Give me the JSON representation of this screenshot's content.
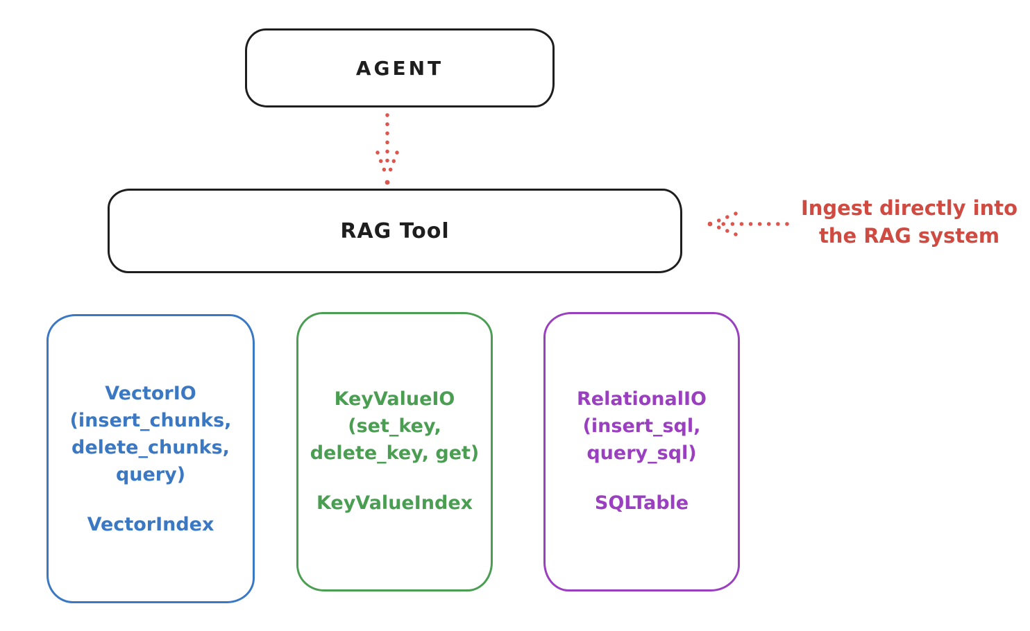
{
  "diagram": {
    "title_hint": "RAG Tool architecture",
    "colors": {
      "box_border_black": "#1e1e1e",
      "annotation_red": "#cf4a40",
      "arrow_red": "#dd564e",
      "vector_blue": "#3b78c3",
      "keyvalue_green": "#4a9e52",
      "relational_purple": "#9a3fbf",
      "background": "#ffffff"
    },
    "agent_box": {
      "label": "AGENT"
    },
    "ragtool_box": {
      "label": "RAG Tool"
    },
    "annotation": {
      "line1": "Ingest directly into",
      "line2": "the RAG system"
    },
    "storage_boxes": [
      {
        "id": "vector",
        "lines": [
          "VectorIO",
          "(insert_chunks,",
          "delete_chunks,",
          "query)"
        ],
        "index_label": "VectorIndex"
      },
      {
        "id": "keyvalue",
        "lines": [
          "KeyValueIO",
          "(set_key,",
          "delete_key, get)"
        ],
        "index_label": "KeyValueIndex"
      },
      {
        "id": "relational",
        "lines": [
          "RelationalIO",
          "(insert_sql,",
          "query_sql)"
        ],
        "index_label": "SQLTable"
      }
    ],
    "arrows": [
      {
        "id": "agent-to-ragtool",
        "style": "dotted",
        "direction": "down"
      },
      {
        "id": "annotation-to-ragtool",
        "style": "dotted",
        "direction": "left"
      }
    ]
  }
}
